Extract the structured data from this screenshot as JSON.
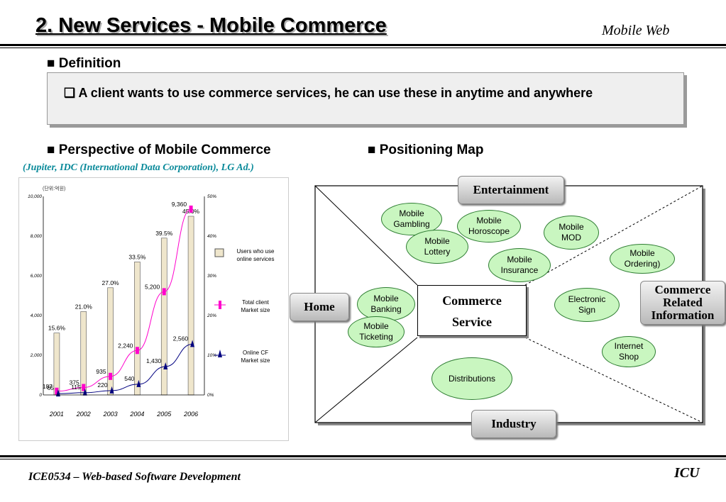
{
  "slide": {
    "title": "2. New Services - Mobile Commerce",
    "subject": "Mobile Web",
    "definition_heading": "■ Definition",
    "definition_text": "❑ A client wants to use commerce services, he can use these  in anytime and anywhere",
    "perspective_heading": "■ Perspective of Mobile Commerce",
    "positioning_heading": "■ Positioning Map",
    "source_note": "(Jupiter, IDC (International Data Corporation), LG Ad.)",
    "footer_course": "ICE0534 – Web-based Software Development",
    "footer_org": "ICU"
  },
  "chart_data": {
    "type": "bar",
    "unit_note": "(단위:억원)",
    "categories": [
      "2001",
      "2002",
      "2003",
      "2004",
      "2005",
      "2006"
    ],
    "ylim": [
      0,
      10000
    ],
    "y_ticks": [
      "0",
      "2,000",
      "4,000",
      "6,000",
      "8,000",
      "10,000"
    ],
    "y2lim": [
      0,
      50
    ],
    "y2_ticks": [
      "0%",
      "10%",
      "20%",
      "30%",
      "40%",
      "50%"
    ],
    "series": [
      {
        "name": "Users who use online services",
        "kind": "bar",
        "axis": "right",
        "values": [
          15.6,
          21.0,
          27.0,
          33.5,
          39.5,
          45.0
        ],
        "labels": [
          "15.6%",
          "21.0%",
          "27.0%",
          "33.5%",
          "39.5%",
          "45.0%"
        ],
        "color": "#efe6cc"
      },
      {
        "name": "Total client Market size",
        "kind": "line",
        "axis": "left",
        "values": [
          187,
          375,
          935,
          2240,
          5200,
          9360
        ],
        "labels": [
          "187",
          "375",
          "935",
          "2,240",
          "5,200",
          "9,360"
        ],
        "color": "#ff00cc"
      },
      {
        "name": "Online CF Market size",
        "kind": "line",
        "axis": "left",
        "values": [
          65,
          115,
          220,
          540,
          1430,
          2560
        ],
        "labels": [
          "65",
          "115",
          "220",
          "540",
          "1,430",
          "2,560"
        ],
        "color": "#000080"
      }
    ],
    "legend": [
      {
        "line1": "Users who use",
        "line2": "online services"
      },
      {
        "line1": "Total client",
        "line2": "Market size"
      },
      {
        "line1": "Online CF",
        "line2": "Market size"
      }
    ]
  },
  "map": {
    "axes": {
      "top": "Entertainment",
      "bottom": "Industry",
      "left": "Home",
      "right_l1": "Commerce",
      "right_l2": "Related",
      "right_l3": "Information"
    },
    "center_l1": "Commerce",
    "center_l2": "Service",
    "items": [
      {
        "l1": "Mobile",
        "l2": "Gambling"
      },
      {
        "l1": "Mobile",
        "l2": "Horoscope"
      },
      {
        "l1": "Mobile",
        "l2": "Lottery"
      },
      {
        "l1": "Mobile",
        "l2": "MOD"
      },
      {
        "l1": "Mobile",
        "l2": "Insurance"
      },
      {
        "l1": "Mobile",
        "l2": "Ordering)"
      },
      {
        "l1": "Mobile",
        "l2": "Banking"
      },
      {
        "l1": "Mobile",
        "l2": "Ticketing"
      },
      {
        "l1": "Electronic",
        "l2": "Sign"
      },
      {
        "l1": "Internet",
        "l2": "Shop"
      },
      {
        "l1": "Distributions",
        "l2": ""
      }
    ]
  }
}
